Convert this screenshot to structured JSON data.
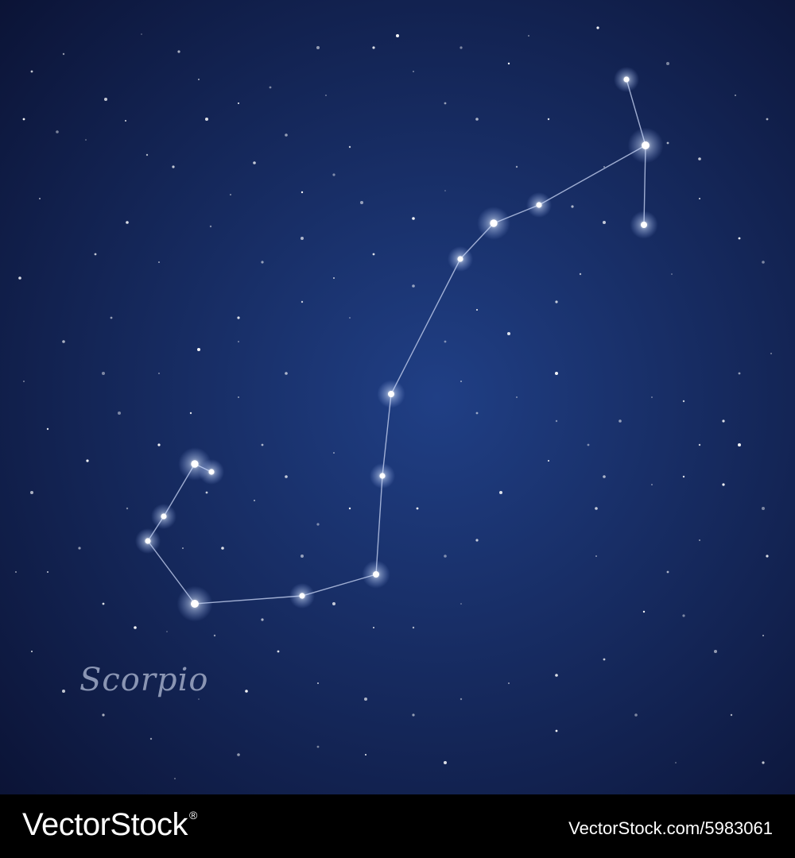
{
  "constellation": {
    "name": "Scorpio",
    "caption_color": "#8a95b3",
    "line_color": "#b9c6e6"
  },
  "sky": {
    "center_color": "#203f85",
    "edge_color": "#0b1335",
    "star_color": "#ffffff"
  },
  "footer": {
    "brand": "VectorStock",
    "registered_mark": "®",
    "image_id": "VectorStock.com/5983061"
  }
}
